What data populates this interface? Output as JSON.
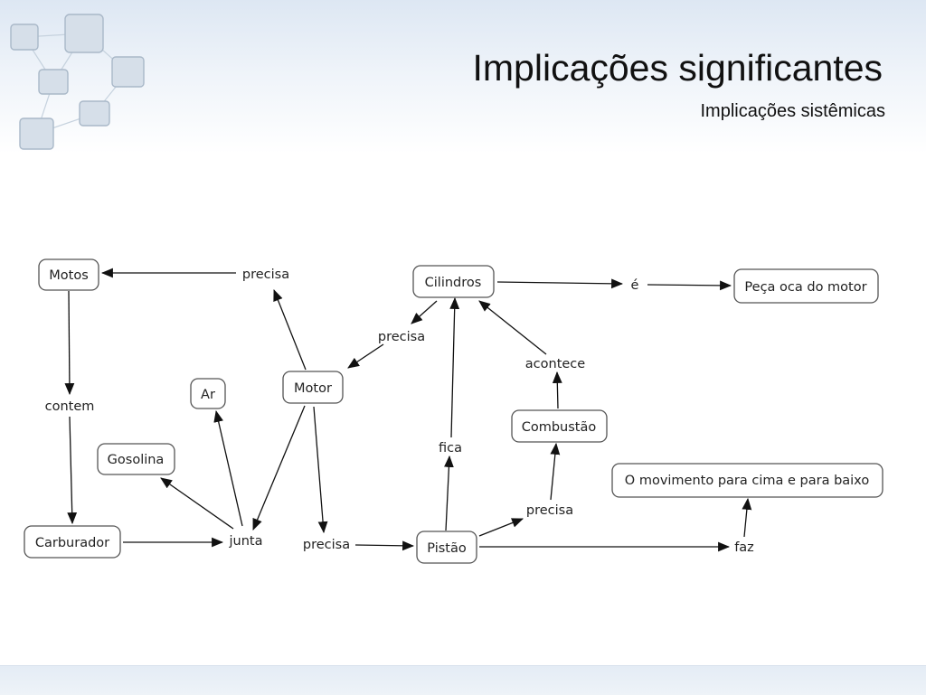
{
  "slide": {
    "title": "Implicações significantes",
    "subtitle": "Implicações sistêmicas"
  },
  "colors": {
    "header_gradient_top": "#dde7f3",
    "logo_square_fill": "#d6dfe9",
    "node_border": "#555555",
    "arrow": "#111111"
  },
  "concept_map": {
    "concepts": [
      {
        "id": "motos",
        "label": "Motos"
      },
      {
        "id": "cilindros",
        "label": "Cilindros"
      },
      {
        "id": "peca",
        "label": "Peça oca do motor"
      },
      {
        "id": "ar",
        "label": "Ar"
      },
      {
        "id": "motor",
        "label": "Motor"
      },
      {
        "id": "gasolina",
        "label": "Gosolina"
      },
      {
        "id": "combustao",
        "label": "Combustão"
      },
      {
        "id": "movimento",
        "label": "O movimento para cima e para baixo"
      },
      {
        "id": "carburador",
        "label": "Carburador"
      },
      {
        "id": "pistao",
        "label": "Pistão"
      }
    ],
    "link_phrases": [
      {
        "id": "precisa_top",
        "label": "precisa"
      },
      {
        "id": "e",
        "label": "é"
      },
      {
        "id": "precisa_mid",
        "label": "precisa"
      },
      {
        "id": "acontece",
        "label": "acontece"
      },
      {
        "id": "contem",
        "label": "contem"
      },
      {
        "id": "fica",
        "label": "fica"
      },
      {
        "id": "precisa_right",
        "label": "precisa"
      },
      {
        "id": "junta",
        "label": "junta"
      },
      {
        "id": "precisa_bottom",
        "label": "precisa"
      },
      {
        "id": "faz",
        "label": "faz"
      }
    ],
    "connections": [
      {
        "from": "motor",
        "to": "precisa_top"
      },
      {
        "from": "precisa_top",
        "to": "motos"
      },
      {
        "from": "motos",
        "to": "contem"
      },
      {
        "from": "contem",
        "to": "carburador"
      },
      {
        "from": "carburador",
        "to": "junta"
      },
      {
        "from": "junta",
        "to": "gasolina"
      },
      {
        "from": "junta",
        "to": "ar"
      },
      {
        "from": "motor",
        "to": "junta"
      },
      {
        "from": "motor",
        "to": "precisa_bottom"
      },
      {
        "from": "precisa_bottom",
        "to": "pistao"
      },
      {
        "from": "cilindros",
        "to": "precisa_mid"
      },
      {
        "from": "precisa_mid",
        "to": "motor"
      },
      {
        "from": "cilindros",
        "to": "e"
      },
      {
        "from": "e",
        "to": "peca"
      },
      {
        "from": "pistao",
        "to": "fica"
      },
      {
        "from": "fica",
        "to": "cilindros"
      },
      {
        "from": "pistao",
        "to": "precisa_right"
      },
      {
        "from": "precisa_right",
        "to": "combustao"
      },
      {
        "from": "combustao",
        "to": "acontece"
      },
      {
        "from": "acontece",
        "to": "cilindros"
      },
      {
        "from": "pistao",
        "to": "faz"
      },
      {
        "from": "faz",
        "to": "movimento"
      }
    ]
  }
}
